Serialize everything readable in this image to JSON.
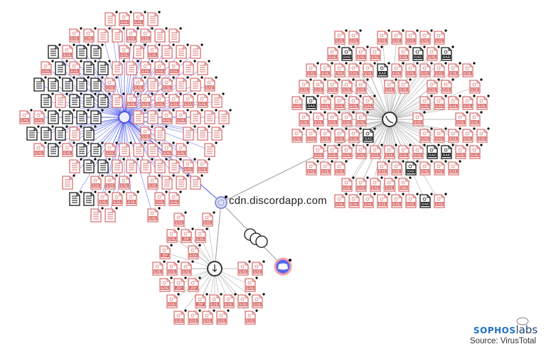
{
  "graph": {
    "domain_label": "cdn.discordapp.com",
    "file_types": [
      "EXE",
      "RAR",
      "ZIP",
      "DMG"
    ],
    "hub_icons": [
      "discord-icon",
      "phone-icon",
      "download-cloud-icon",
      "globe-icon"
    ],
    "colors": {
      "blue_edges": "#4a55e8",
      "gray_edges": "#9a9a9a",
      "pink_file": "#d9706f",
      "black_file": "#111111",
      "discord": "#5865f2"
    }
  },
  "branding": {
    "logo_main": "SOPHOS",
    "logo_sub": "labs",
    "source": "Source: VirusTotal"
  }
}
